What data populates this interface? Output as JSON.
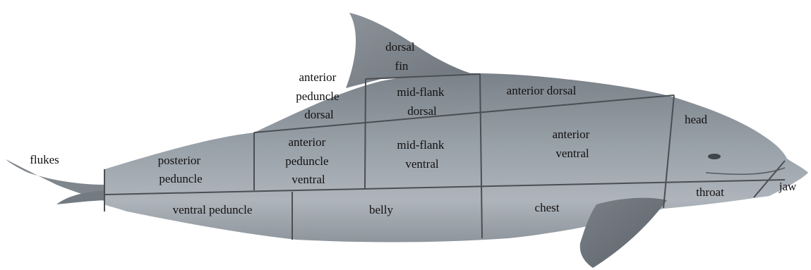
{
  "regions": [
    {
      "id": "flukes",
      "lines": [
        "flukes"
      ]
    },
    {
      "id": "dorsal-fin",
      "lines": [
        "dorsal",
        "fin"
      ]
    },
    {
      "id": "anterior-peduncle-dorsal",
      "lines": [
        "anterior",
        "peduncle",
        "dorsal"
      ]
    },
    {
      "id": "mid-flank-dorsal",
      "lines": [
        "mid-flank",
        "dorsal"
      ]
    },
    {
      "id": "anterior-dorsal",
      "lines": [
        "anterior dorsal"
      ]
    },
    {
      "id": "head",
      "lines": [
        "head"
      ]
    },
    {
      "id": "posterior-peduncle",
      "lines": [
        "posterior",
        "peduncle"
      ]
    },
    {
      "id": "anterior-peduncle-ventral",
      "lines": [
        "anterior",
        "peduncle",
        "ventral"
      ]
    },
    {
      "id": "mid-flank-ventral",
      "lines": [
        "mid-flank",
        "ventral"
      ]
    },
    {
      "id": "anterior-ventral",
      "lines": [
        "anterior",
        "ventral"
      ]
    },
    {
      "id": "throat",
      "lines": [
        "throat"
      ]
    },
    {
      "id": "jaw",
      "lines": [
        "jaw"
      ]
    },
    {
      "id": "ventral-peduncle",
      "lines": [
        "ventral peduncle"
      ]
    },
    {
      "id": "belly",
      "lines": [
        "belly"
      ]
    },
    {
      "id": "chest",
      "lines": [
        "chest"
      ]
    }
  ]
}
